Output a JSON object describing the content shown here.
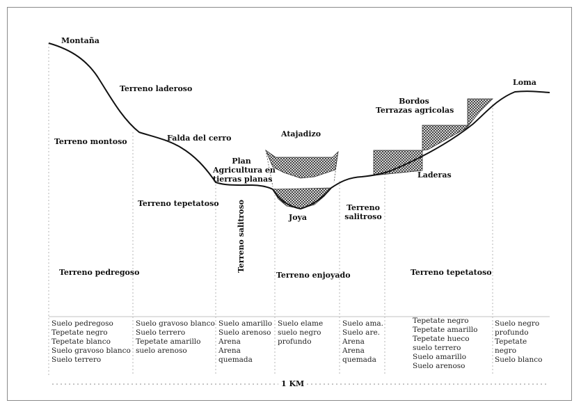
{
  "labels": {
    "montana": "Montaña",
    "terreno_laderoso": "Terreno laderoso",
    "terreno_montoso": "Terreno montoso",
    "falda_del_cerro": "Falda del cerro",
    "atajadizo": "Atajadizo",
    "plan": "Plan",
    "agricultura_line1": "Agricultura en",
    "agricultura_line2": "tierras planas",
    "terreno_tepetatoso_left": "Terreno tepetatoso",
    "terreno_salitroso_vertical": "Terreno salitroso",
    "joya": "Joya",
    "terreno_salitroso_line1": "Terreno",
    "terreno_salitroso_line2": "salitroso",
    "bordos": "Bordos",
    "terrazas_agricolas": "Terrazas agricolas",
    "laderas": "Laderas",
    "loma": "Loma",
    "terreno_pedregoso": "Terreno pedregoso",
    "terreno_enjoyado": "Terreno enjoyado",
    "terreno_tepetatoso_right": "Terreno tepetatoso"
  },
  "soil_columns": [
    "Suelo pedregoso\nTepetate negro\nTepetate blanco\nSuelo gravoso blanco\nSuelo terrero",
    "Suelo gravoso blanco\nSuelo terrero\nTepetate amarillo\nsuelo arenoso",
    "Suelo amarillo\nSuelo arenoso\nArena\nArena\nquemada",
    "Suelo elame\nsuelo negro\nprofundo",
    "Suelo ama.\nSuelo are.\nArena\nArena\nquemada",
    "Tepetate negro\nTepetate amarillo\nTepetate hueco\nsuelo terrero\nSuelo amarillo\nSuelo arenoso",
    "Suelo negro\nprofundo\nTepetate\nnegro\nSuelo blanco"
  ],
  "scale_label": "1 KM"
}
